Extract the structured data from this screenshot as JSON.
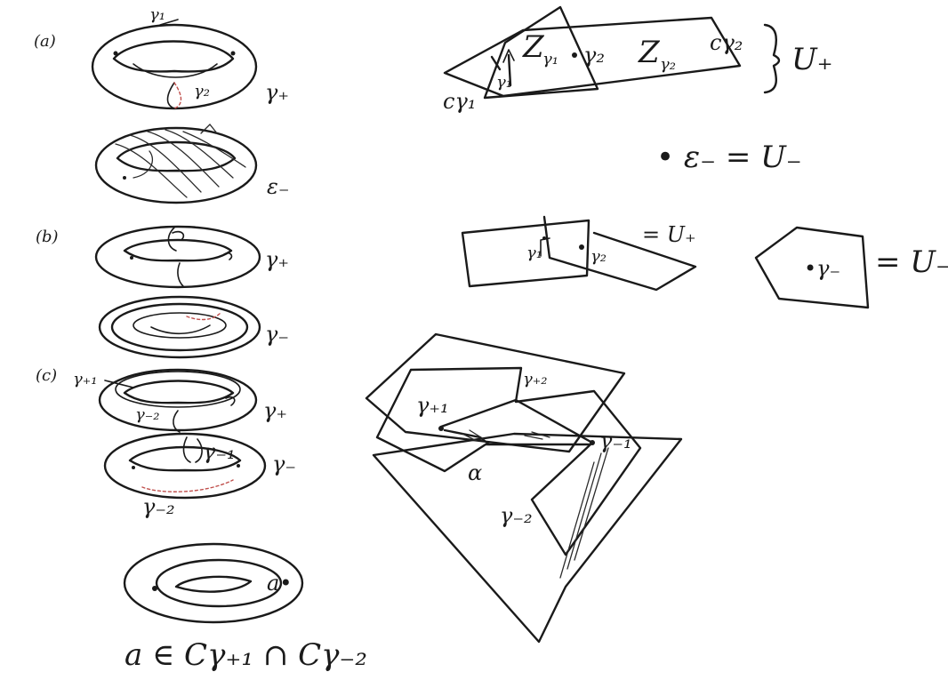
{
  "panels": {
    "a": {
      "tag": "(a)",
      "torus_top": {
        "inner1": "γ₁",
        "inner2": "γ₂",
        "label": "γ₊"
      },
      "torus_bottom": {
        "label": "ε₋"
      },
      "planes": {
        "z1": "Z",
        "z1_sub": "γ₁",
        "z2": "Z",
        "z2_sub": "γ₂",
        "g1": "γ₁",
        "g2": "γ₂",
        "c1": "cγ₁",
        "c2": "cγ₂"
      },
      "u_plus": "U₊",
      "eq_minus": "• ε₋  = U₋"
    },
    "b": {
      "tag": "(b)",
      "torus_top": {
        "label": "γ₊"
      },
      "torus_bottom": {
        "label": "γ₋"
      },
      "planes": {
        "g1": "γ₁",
        "g2": "γ₂",
        "u_plus": "= U₊"
      },
      "pentagon": {
        "center": "•γ₋",
        "eq": "= U₋"
      }
    },
    "c": {
      "tag": "(c)",
      "torus_top": {
        "g_plus1": "γ₊₁",
        "g_minus2": "γ₋₂",
        "label": "γ₊"
      },
      "torus_bottom": {
        "g_minus1": "γ₋₁",
        "g_minus2": "γ₋₂",
        "label": "γ₋"
      },
      "torus_final": {
        "a": "a•"
      },
      "caption": "a ∈ Cγ₊₁ ∩ Cγ₋₂",
      "planes": {
        "g_plus1": "γ₊₁",
        "g_plus2": "γ₊₂",
        "g_minus1": "γ₋₁",
        "g_minus2": "γ₋₂",
        "alpha": "α"
      }
    }
  }
}
